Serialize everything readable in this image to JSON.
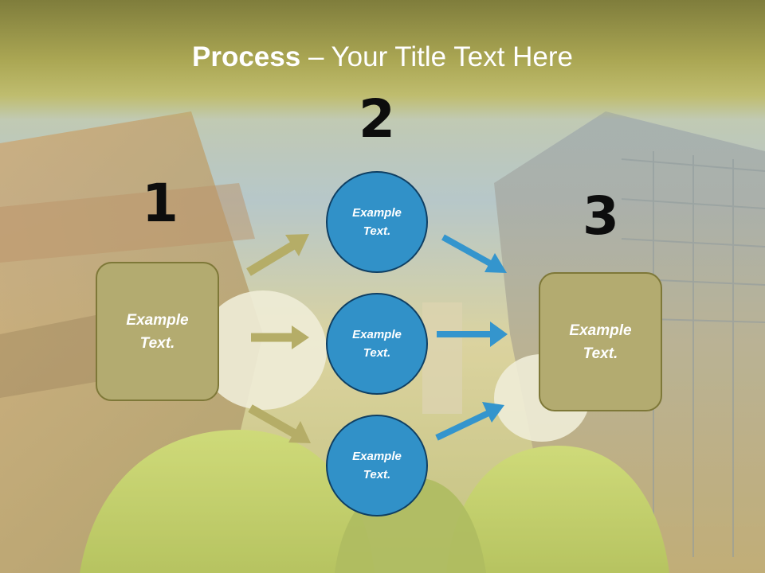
{
  "title": {
    "bold": "Process",
    "rest": " – Your Title Text Here"
  },
  "steps": {
    "one": "1",
    "two": "2",
    "three": "3"
  },
  "left_box": {
    "line1": "Example",
    "line2": "Text."
  },
  "circles": [
    {
      "line1": "Example",
      "line2": "Text."
    },
    {
      "line1": "Example",
      "line2": "Text."
    },
    {
      "line1": "Example",
      "line2": "Text."
    }
  ],
  "right_box": {
    "line1": "Example",
    "line2": "Text."
  },
  "colors": {
    "box_fill": "#b3ab70",
    "circle_fill": "#3191c8",
    "left_arrows": "#b5ad67",
    "right_arrows": "#3495cd",
    "title_band": "#aaa653"
  },
  "background": "construction-site-photo"
}
